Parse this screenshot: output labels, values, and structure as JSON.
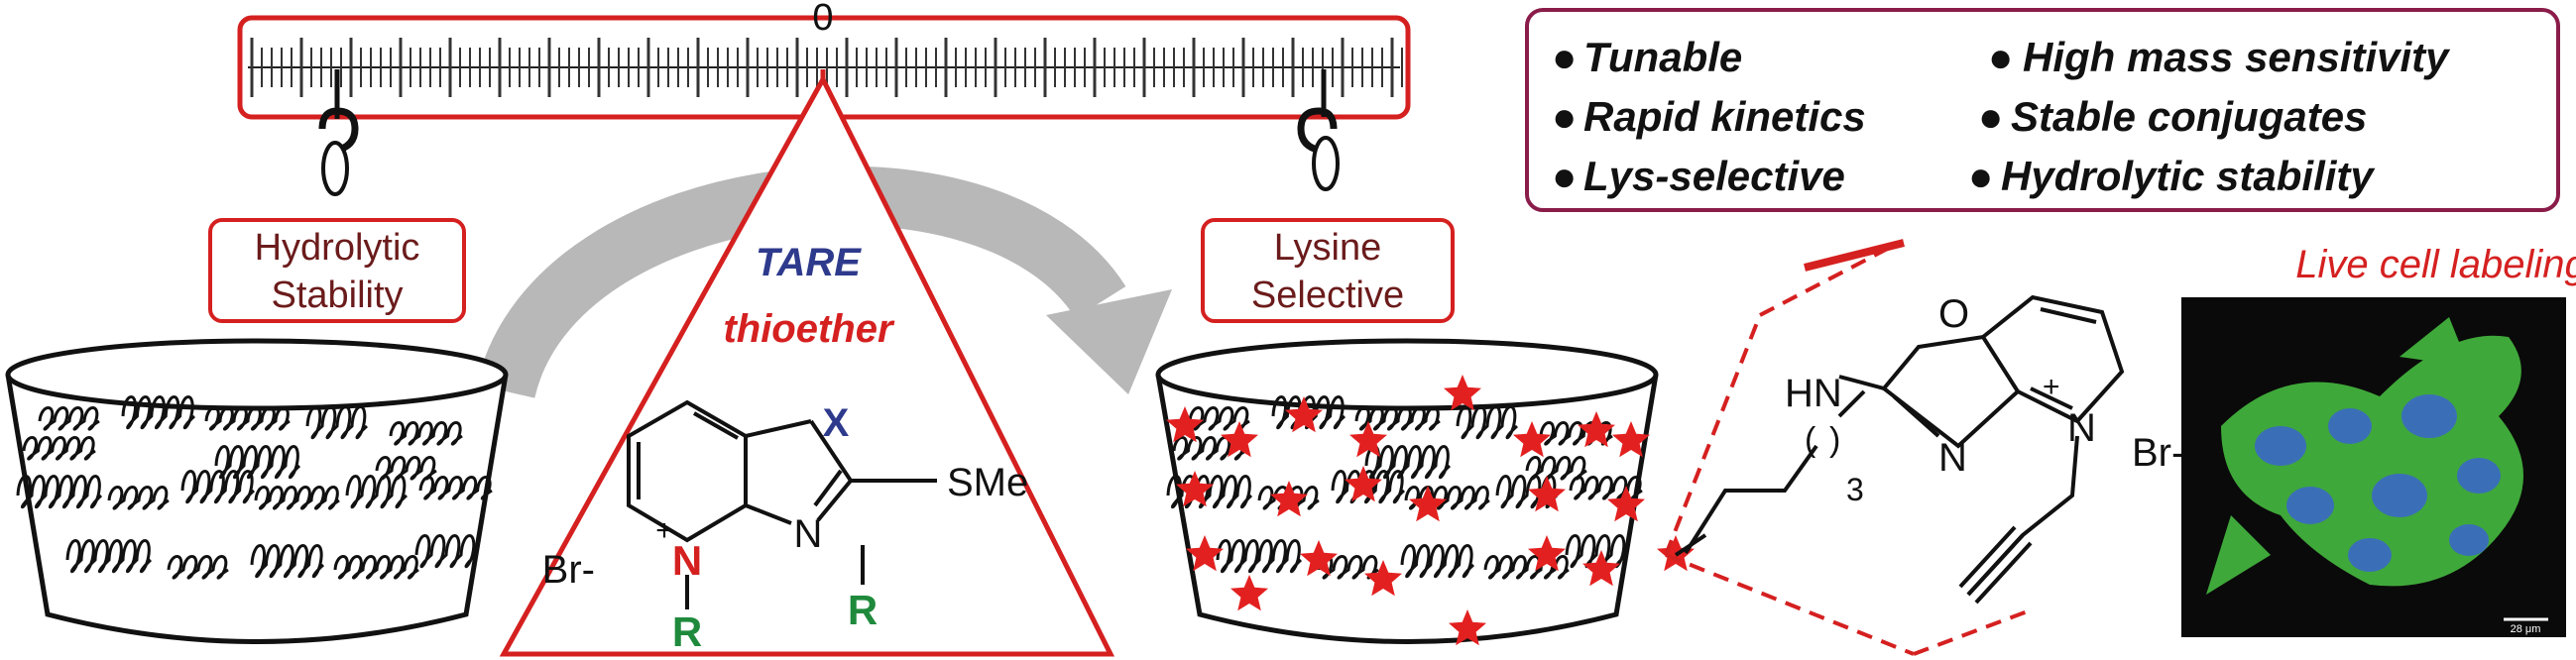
{
  "scale": {
    "zero_label": "0"
  },
  "left_tag": {
    "line1": "Hydrolytic",
    "line2": "Stability"
  },
  "right_tag": {
    "line1": "Lysine",
    "line2": "Selective"
  },
  "center_triangle": {
    "title_top": "TARE",
    "title_bottom": "thioether",
    "colors": {
      "blue": "#2e3a8c",
      "red": "#d52020",
      "green": "#1f8a3c"
    }
  },
  "core_structure": {
    "x_atom": "X",
    "smethyl": "SMe",
    "br": "Br-",
    "plus": "+",
    "n_ring": "N",
    "n_imidazole": "N",
    "r_left": "R",
    "r_right": "R"
  },
  "features": {
    "left": [
      "Tunable",
      "Rapid kinetics",
      "Lys-selective"
    ],
    "right": [
      "High mass sensitivity",
      "Stable conjugates",
      "Hydrolytic stability"
    ]
  },
  "conjugate": {
    "hn": "HN",
    "o": "O",
    "n_oxazole": "N",
    "n_pyridinium": "N",
    "plus": "+",
    "br": "Br-",
    "subscript": "3"
  },
  "cell_image": {
    "caption": "Live cell labeling",
    "scale_bar": "28 μm"
  },
  "colors": {
    "frame_red": "#d52020",
    "feature_border": "#8a1c4a",
    "tag_text": "#6b1b1b",
    "arrow_gray": "#b8b8b8",
    "star_red": "#e32020"
  }
}
